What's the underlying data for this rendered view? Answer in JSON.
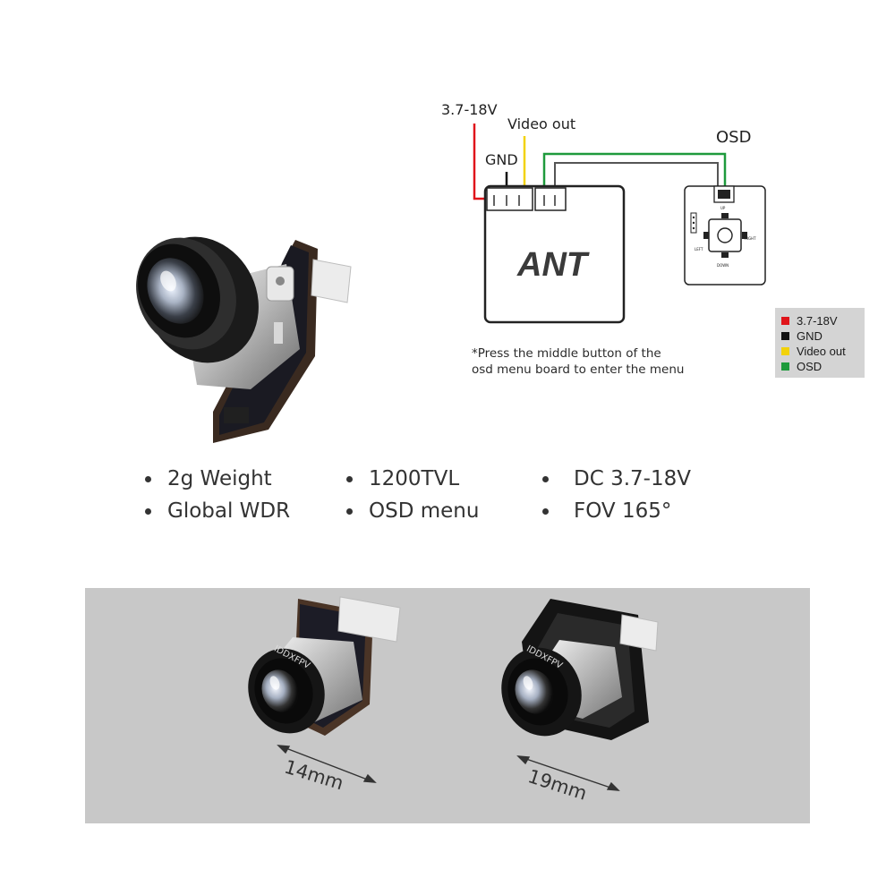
{
  "wiring": {
    "pins": [
      "3.7-18V",
      "GND",
      "Video out"
    ],
    "osd_label": "OSD",
    "board_label": "ANT",
    "osd_buttons": {
      "up": "UP",
      "down": "DOWN",
      "left": "LEFT",
      "right": "RIGHT"
    },
    "note_line1": "*Press the middle button of the",
    "note_line2": "osd menu board to enter the menu"
  },
  "legend": [
    {
      "label": "3.7-18V",
      "color": "#e0141a"
    },
    {
      "label": "GND",
      "color": "#111111"
    },
    {
      "label": "Video out",
      "color": "#f2d20a"
    },
    {
      "label": "OSD",
      "color": "#1e9a3c"
    }
  ],
  "specs": [
    [
      "2g Weight",
      "1200TVL",
      "DC 3.7-18V"
    ],
    [
      "Global WDR",
      "OSD menu",
      "FOV 165°"
    ]
  ],
  "sizes": [
    {
      "label": "14mm",
      "brand": "IDDXFPV"
    },
    {
      "label": "19mm",
      "brand": "IDDXFPV"
    }
  ],
  "colors": {
    "red": "#e0141a",
    "yellow": "#f2d20a",
    "green": "#1e9a3c",
    "black": "#111111"
  }
}
